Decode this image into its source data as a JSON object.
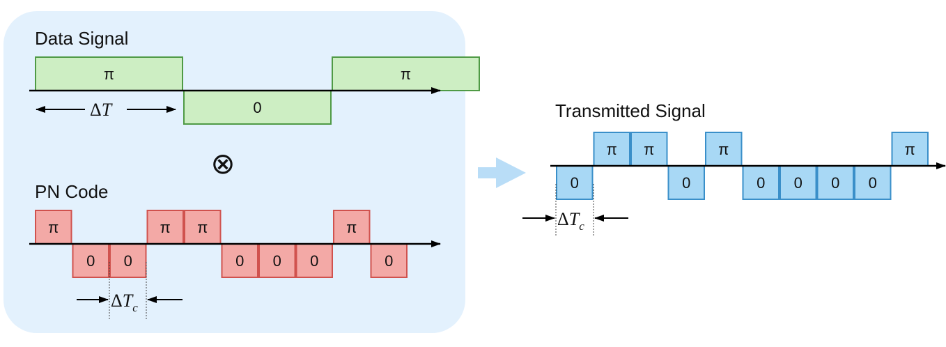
{
  "panel": {
    "background": "#e3f1fd"
  },
  "data_signal": {
    "title": "Data Signal",
    "fill": "#cdeec3",
    "stroke": "#4f9a45",
    "cells": [
      "π",
      "0",
      "π"
    ],
    "duration_label_symbol": "Δ",
    "duration_label_var": "T"
  },
  "multiply_symbol": "⊗",
  "pn_code": {
    "title": "PN Code",
    "fill": "#f3a9a6",
    "stroke": "#d0524e",
    "chips": [
      "π",
      "0",
      "0",
      "π",
      "π",
      "0",
      "0",
      "0",
      "π",
      "0"
    ],
    "chip_label_symbol": "Δ",
    "chip_label_var": "T",
    "chip_label_sub": "c"
  },
  "transmitted_signal": {
    "title": "Transmitted Signal",
    "fill": "#a8d8f5",
    "stroke": "#3a8fc9",
    "chips": [
      "0",
      "π",
      "π",
      "0",
      "π",
      "0",
      "0",
      "0",
      "0",
      "π"
    ],
    "chip_label_symbol": "Δ",
    "chip_label_var": "T",
    "chip_label_sub": "c"
  },
  "flow_arrow_color": "#b9ddf7"
}
